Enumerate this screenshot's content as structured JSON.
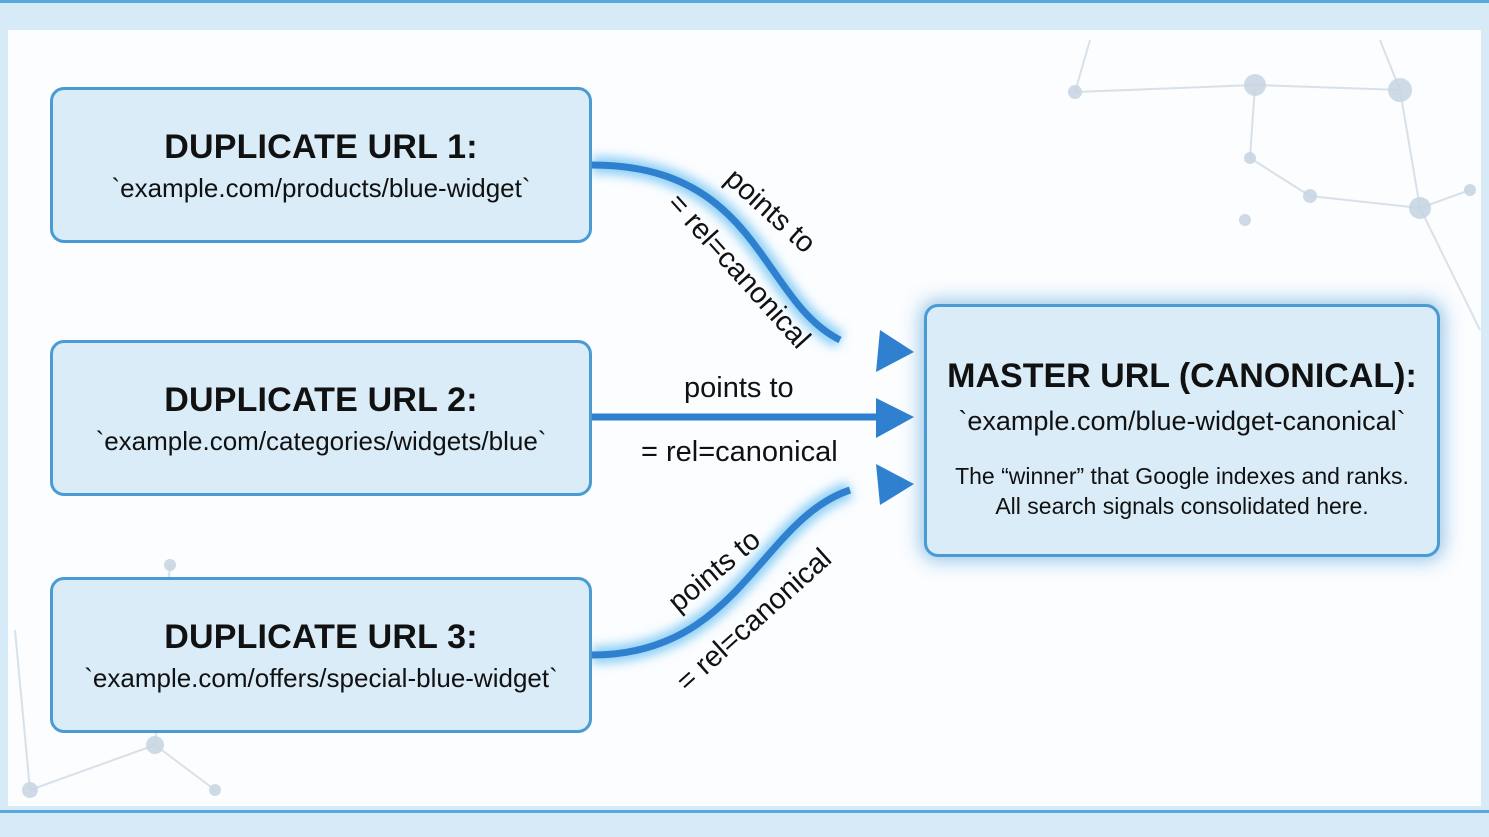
{
  "duplicates": [
    {
      "title": "DUPLICATE URL 1:",
      "url": "`example.com/products/blue-widget`"
    },
    {
      "title": "DUPLICATE URL 2:",
      "url": "`example.com/categories/widgets/blue`"
    },
    {
      "title": "DUPLICATE URL 3:",
      "url": "`example.com/offers/special-blue-widget`"
    }
  ],
  "master": {
    "title": "MASTER URL (CANONICAL):",
    "url": "`example.com/blue-widget-canonical`",
    "desc_line1": "The “winner” that Google indexes and ranks.",
    "desc_line2": "All search signals consolidated here."
  },
  "edges": [
    {
      "label_top": "points to",
      "label_bottom": "= rel=canonical"
    },
    {
      "label_top": "points to",
      "label_bottom": "= rel=canonical"
    },
    {
      "label_top": "points to",
      "label_bottom": "= rel=canonical"
    }
  ],
  "colors": {
    "accent": "#2f80cf",
    "box_fill": "#d9ecf8",
    "box_border": "#4a9bd3",
    "glow": "#8fd0f5"
  }
}
